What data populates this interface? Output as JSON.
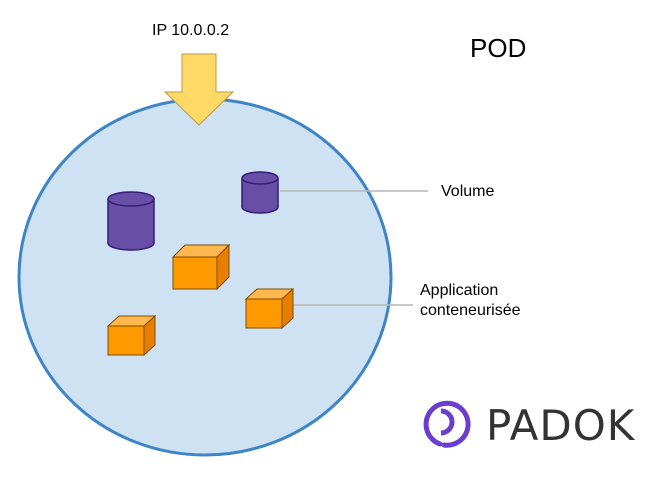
{
  "diagram": {
    "ip_label": "IP 10.0.0.2",
    "pod_title": "POD",
    "volume_label": "Volume",
    "app_label_line1": "Application",
    "app_label_line2": "conteneurisée",
    "brand_name": "PADOK"
  },
  "colors": {
    "pod_fill": "#cfe2f3",
    "pod_stroke": "#3d85c6",
    "arrow_fill": "#ffd966",
    "arrow_stroke": "#b89d46",
    "cylinder_fill": "#674ea7",
    "cylinder_stroke": "#351c75",
    "box_front": "#ff9900",
    "box_side": "#e67e00",
    "box_stroke": "#7f4d00",
    "leader_line": "#b7b7b7",
    "brand_purple": "#6a3fcf"
  },
  "icons": [
    "down-arrow-icon",
    "database-cylinder-icon",
    "container-box-icon",
    "padok-logo-icon"
  ]
}
